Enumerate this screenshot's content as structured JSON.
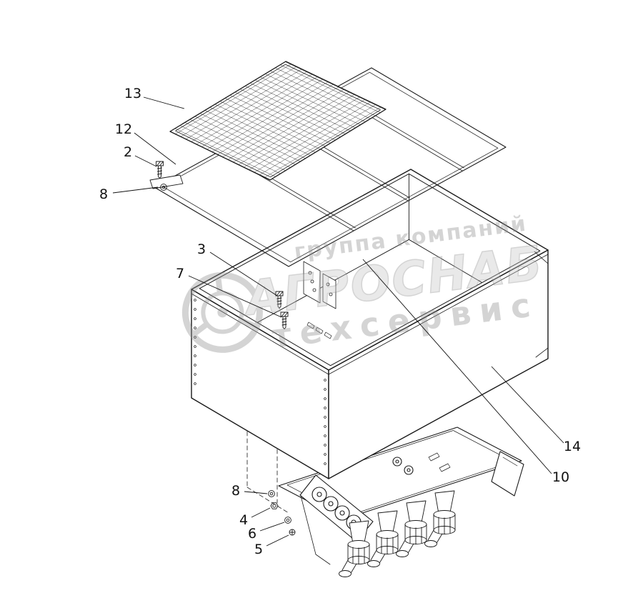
{
  "colors": {
    "background": "#ffffff",
    "line": "#1a1a1a",
    "watermark": "#8f8f8f",
    "watermark_fill": "#c6c6c6"
  },
  "callouts": {
    "c13": "13",
    "c12": "12",
    "c2": "2",
    "c8_top": "8",
    "c3": "3",
    "c7": "7",
    "c14": "14",
    "c10": "10",
    "c8_bottom": "8",
    "c4": "4",
    "c6": "6",
    "c5": "5"
  },
  "watermark": {
    "line1": "группа компаний",
    "line2": "АГРОСНАБ",
    "line3": "техсервис"
  }
}
